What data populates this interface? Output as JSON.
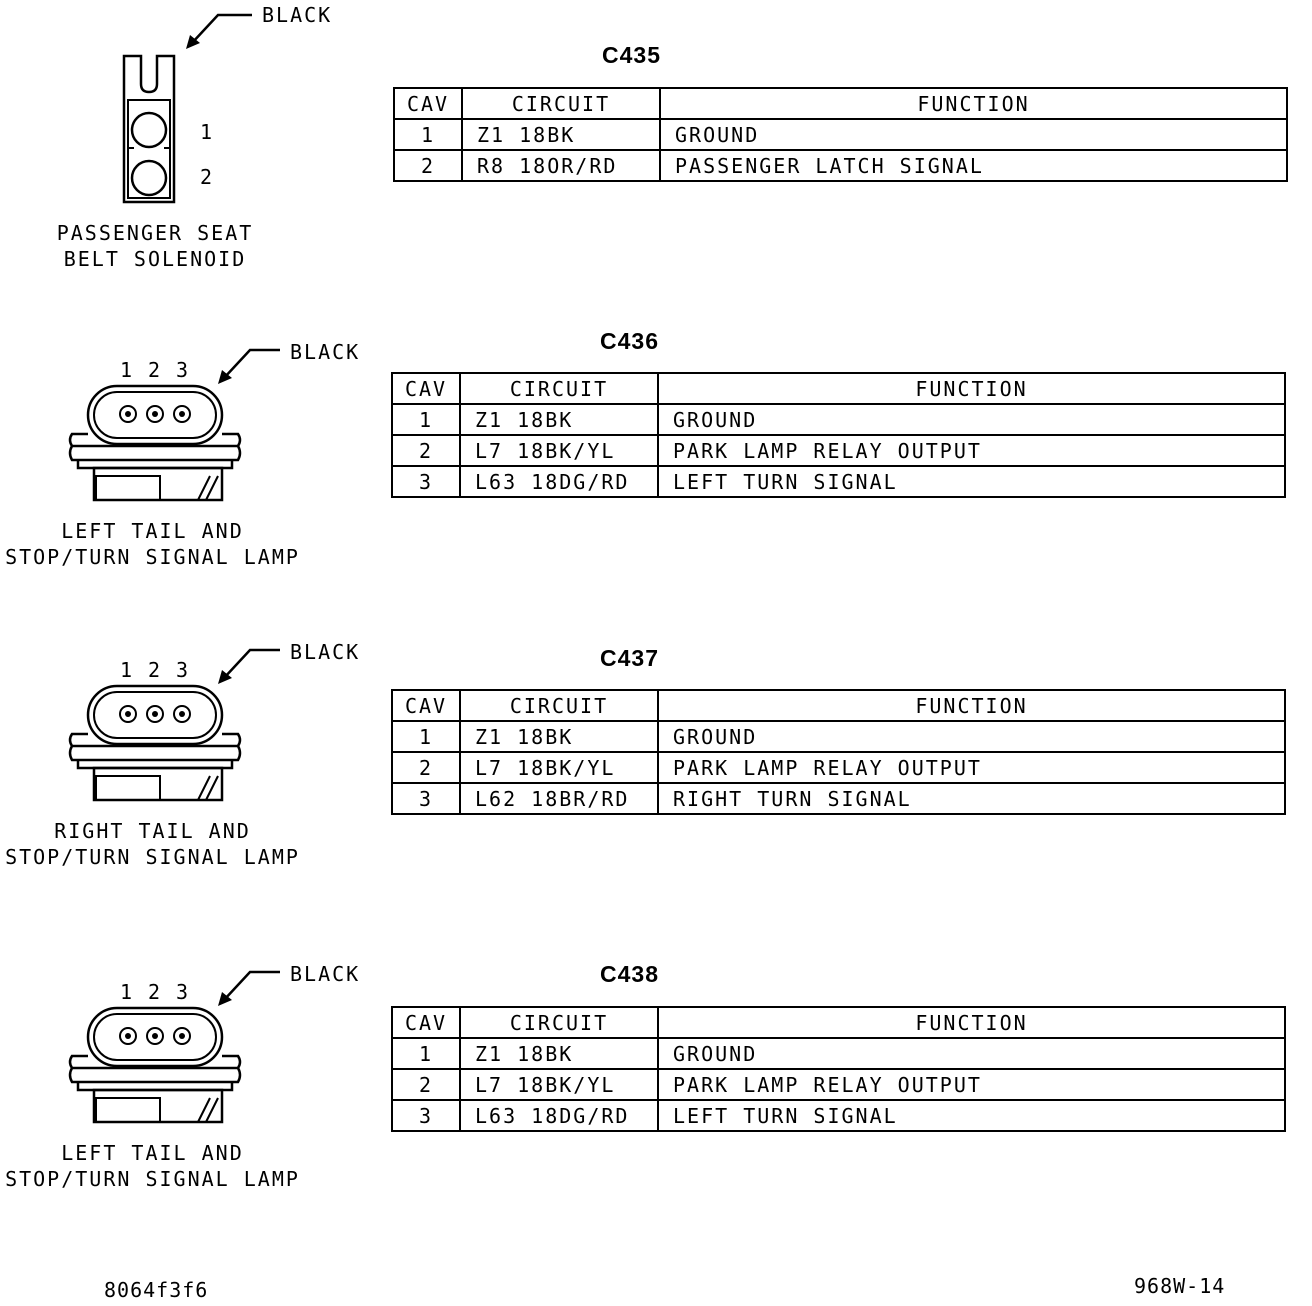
{
  "connectors": [
    {
      "id": "C435",
      "color_label": "BLACK",
      "caption_line1": "PASSENGER SEAT",
      "caption_line2": "BELT SOLENOID",
      "pin_numbers": [
        "1",
        "2"
      ],
      "headers": [
        "CAV",
        "CIRCUIT",
        "FUNCTION"
      ],
      "rows": [
        {
          "cav": "1",
          "circuit": "Z1 18BK",
          "function": "GROUND"
        },
        {
          "cav": "2",
          "circuit": "R8 18OR/RD",
          "function": "PASSENGER LATCH SIGNAL"
        }
      ]
    },
    {
      "id": "C436",
      "color_label": "BLACK",
      "caption_line1": "LEFT TAIL AND",
      "caption_line2": "STOP/TURN SIGNAL LAMP",
      "pin_numbers": [
        "1",
        "2",
        "3"
      ],
      "headers": [
        "CAV",
        "CIRCUIT",
        "FUNCTION"
      ],
      "rows": [
        {
          "cav": "1",
          "circuit": "Z1 18BK",
          "function": "GROUND"
        },
        {
          "cav": "2",
          "circuit": "L7 18BK/YL",
          "function": "PARK LAMP RELAY OUTPUT"
        },
        {
          "cav": "3",
          "circuit": "L63 18DG/RD",
          "function": "LEFT TURN SIGNAL"
        }
      ]
    },
    {
      "id": "C437",
      "color_label": "BLACK",
      "caption_line1": "RIGHT TAIL AND",
      "caption_line2": "STOP/TURN SIGNAL LAMP",
      "pin_numbers": [
        "1",
        "2",
        "3"
      ],
      "headers": [
        "CAV",
        "CIRCUIT",
        "FUNCTION"
      ],
      "rows": [
        {
          "cav": "1",
          "circuit": "Z1 18BK",
          "function": "GROUND"
        },
        {
          "cav": "2",
          "circuit": "L7 18BK/YL",
          "function": "PARK LAMP RELAY OUTPUT"
        },
        {
          "cav": "3",
          "circuit": "L62 18BR/RD",
          "function": "RIGHT TURN SIGNAL"
        }
      ]
    },
    {
      "id": "C438",
      "color_label": "BLACK",
      "caption_line1": "LEFT TAIL AND",
      "caption_line2": "STOP/TURN SIGNAL LAMP",
      "pin_numbers": [
        "1",
        "2",
        "3"
      ],
      "headers": [
        "CAV",
        "CIRCUIT",
        "FUNCTION"
      ],
      "rows": [
        {
          "cav": "1",
          "circuit": "Z1 18BK",
          "function": "GROUND"
        },
        {
          "cav": "2",
          "circuit": "L7 18BK/YL",
          "function": "PARK LAMP RELAY OUTPUT"
        },
        {
          "cav": "3",
          "circuit": "L63 18DG/RD",
          "function": "LEFT TURN SIGNAL"
        }
      ]
    }
  ],
  "footer": {
    "left_code": "8064f3f6",
    "right_code": "968W-14"
  }
}
